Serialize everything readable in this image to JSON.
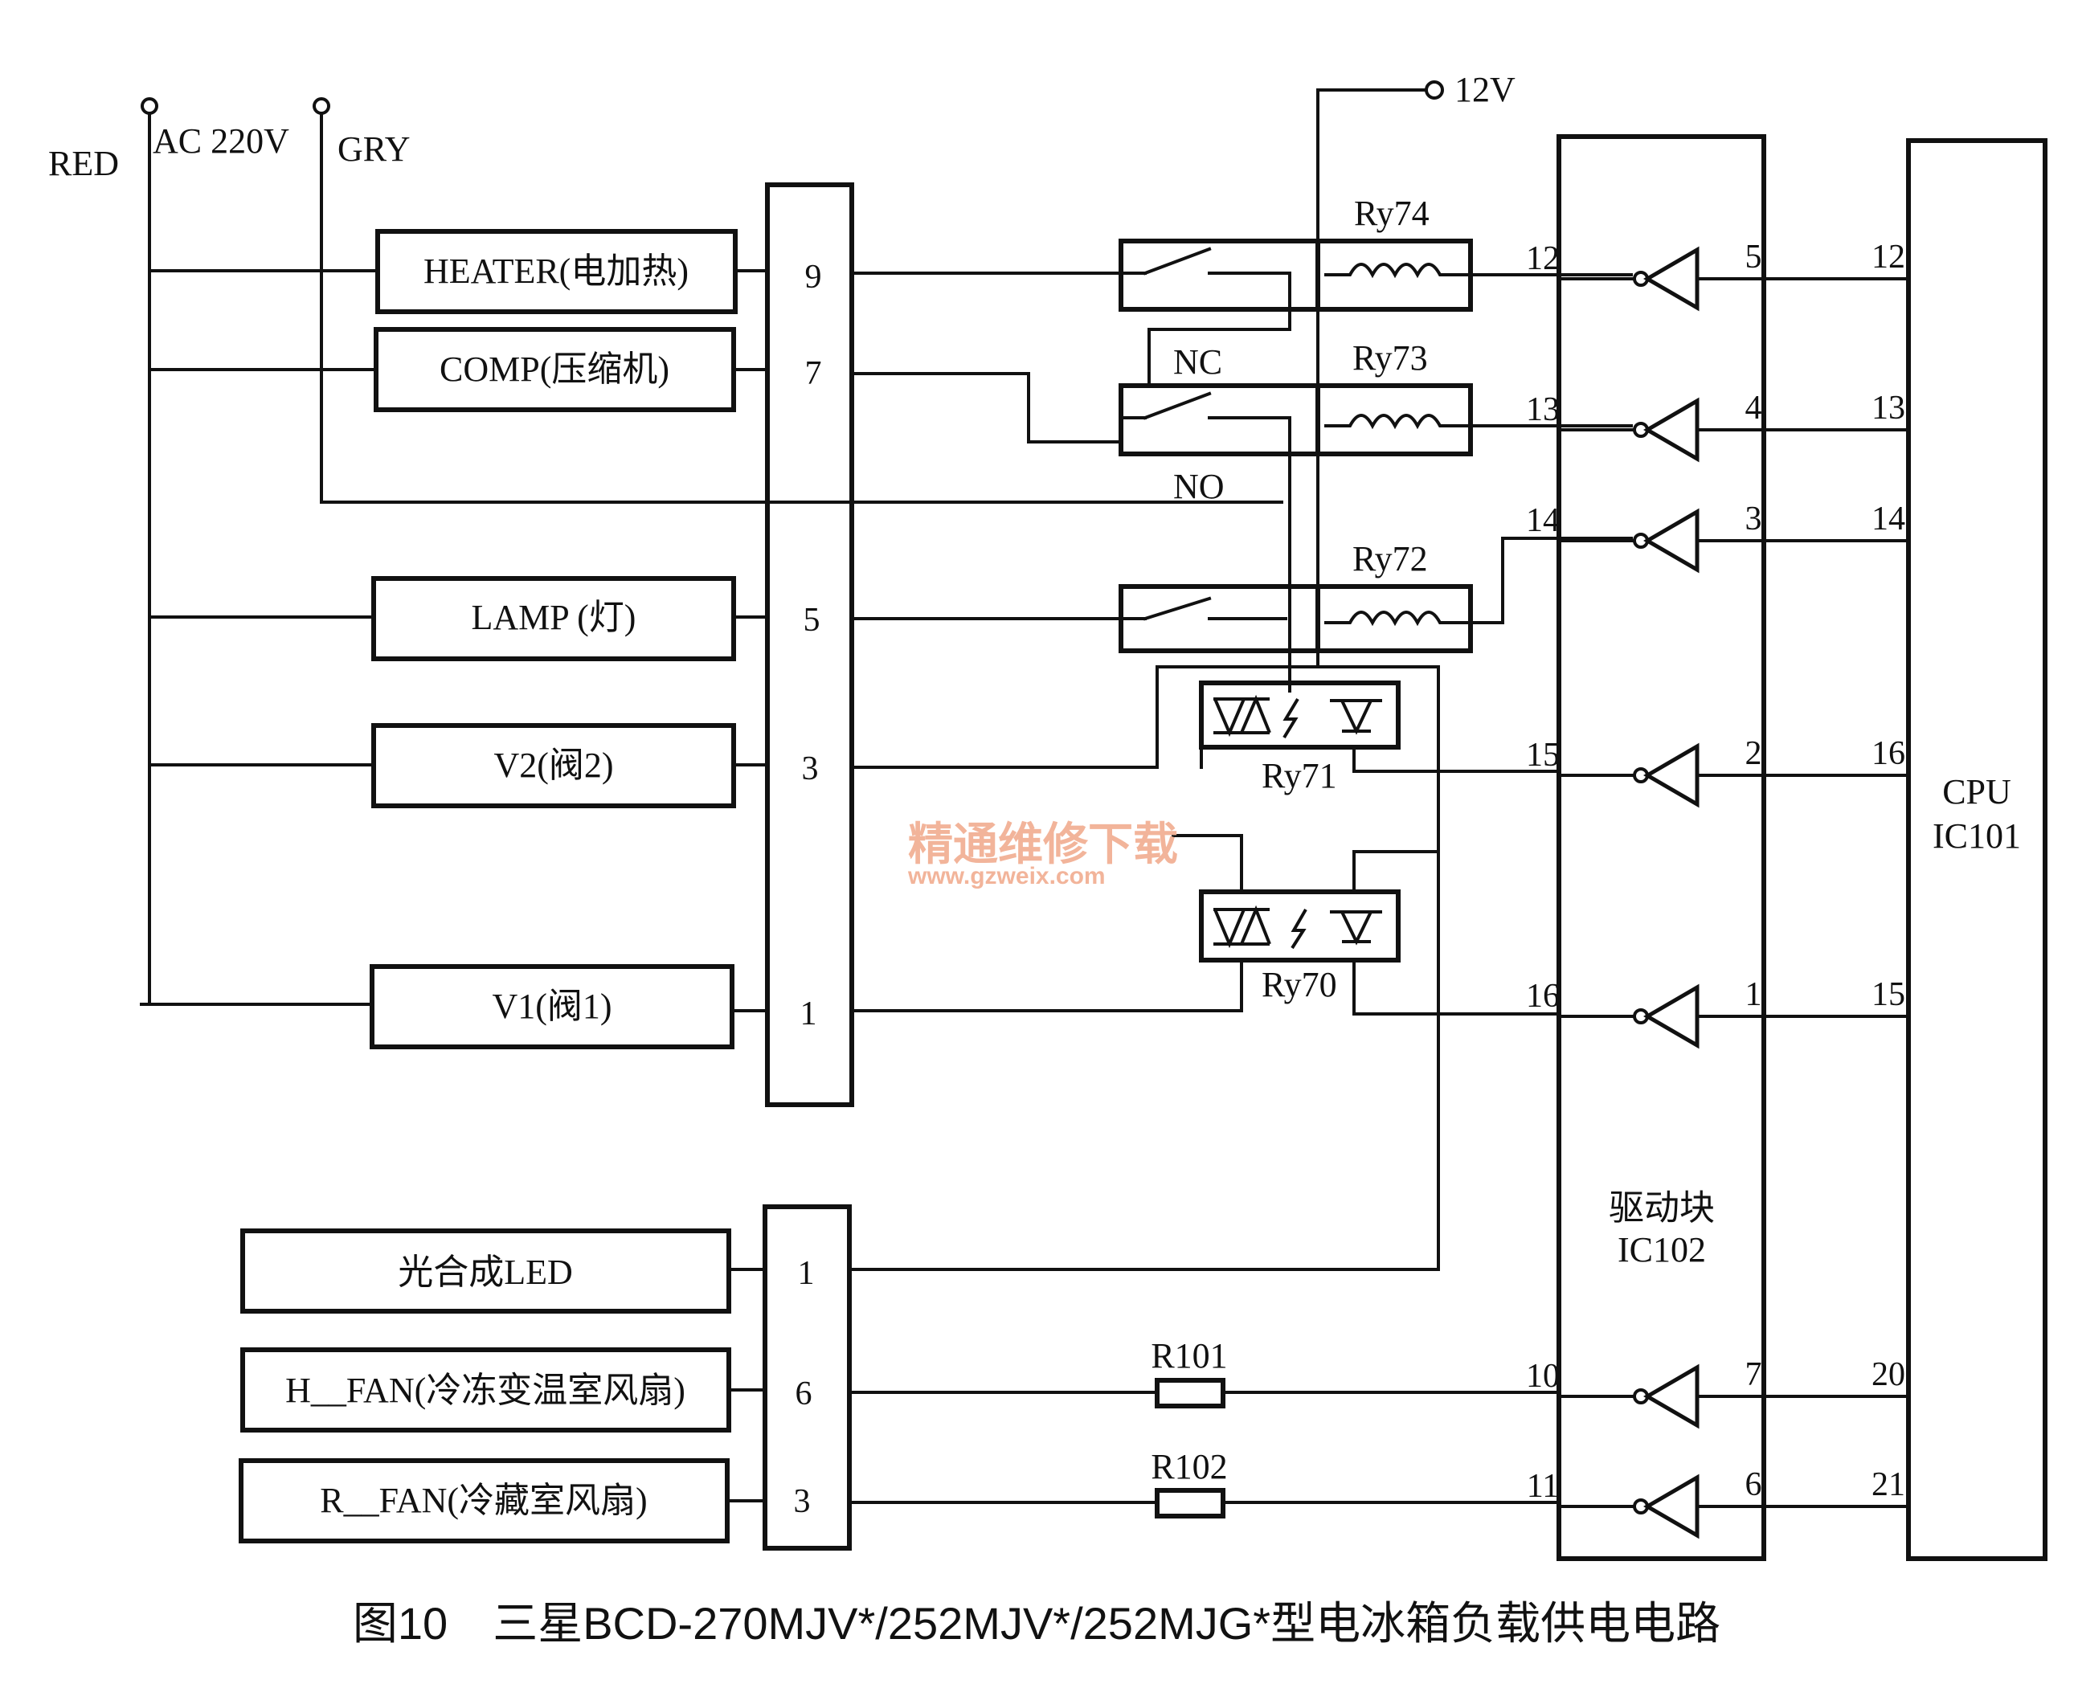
{
  "supply": {
    "red": "RED",
    "ac": "AC 220V",
    "gry": "GRY",
    "v12": "12V"
  },
  "loads": [
    {
      "label": "HEATER(电加热)",
      "pin": "9"
    },
    {
      "label": "COMP(压缩机)",
      "pin": "7"
    },
    {
      "label": "LAMP (灯)",
      "pin": "5"
    },
    {
      "label": "V2(阀2)",
      "pin": "3"
    },
    {
      "label": "V1(阀1)",
      "pin": "1"
    }
  ],
  "loads2": [
    {
      "label": "光合成LED",
      "pin": "1"
    },
    {
      "label": "H__FAN(冷冻变温室风扇)",
      "pin": "6"
    },
    {
      "label": "R__FAN(冷藏室风扇)",
      "pin": "3"
    }
  ],
  "relays": {
    "ry74": "Ry74",
    "ry73": "Ry73",
    "ry72": "Ry72",
    "ry71": "Ry71",
    "ry70": "Ry70",
    "nc": "NC",
    "no": "NO"
  },
  "resistors": {
    "r101": "R101",
    "r102": "R102"
  },
  "driver": {
    "name": "驱动块",
    "ref": "IC102",
    "rows": [
      {
        "in": "12",
        "out": "5",
        "cpu": "12"
      },
      {
        "in": "13",
        "out": "4",
        "cpu": "13"
      },
      {
        "in": "14",
        "out": "3",
        "cpu": "14"
      },
      {
        "in": "15",
        "out": "2",
        "cpu": "16"
      },
      {
        "in": "16",
        "out": "1",
        "cpu": "15"
      },
      {
        "in": "10",
        "out": "7",
        "cpu": "20"
      },
      {
        "in": "11",
        "out": "6",
        "cpu": "21"
      }
    ]
  },
  "cpu": {
    "name": "CPU",
    "ref": "IC101"
  },
  "watermark": {
    "cn": "精通维修下载",
    "url": "www.gzweix.com"
  },
  "caption": "图10　三星BCD-270MJV*/252MJV*/252MJG*型电冰箱负载供电电路"
}
